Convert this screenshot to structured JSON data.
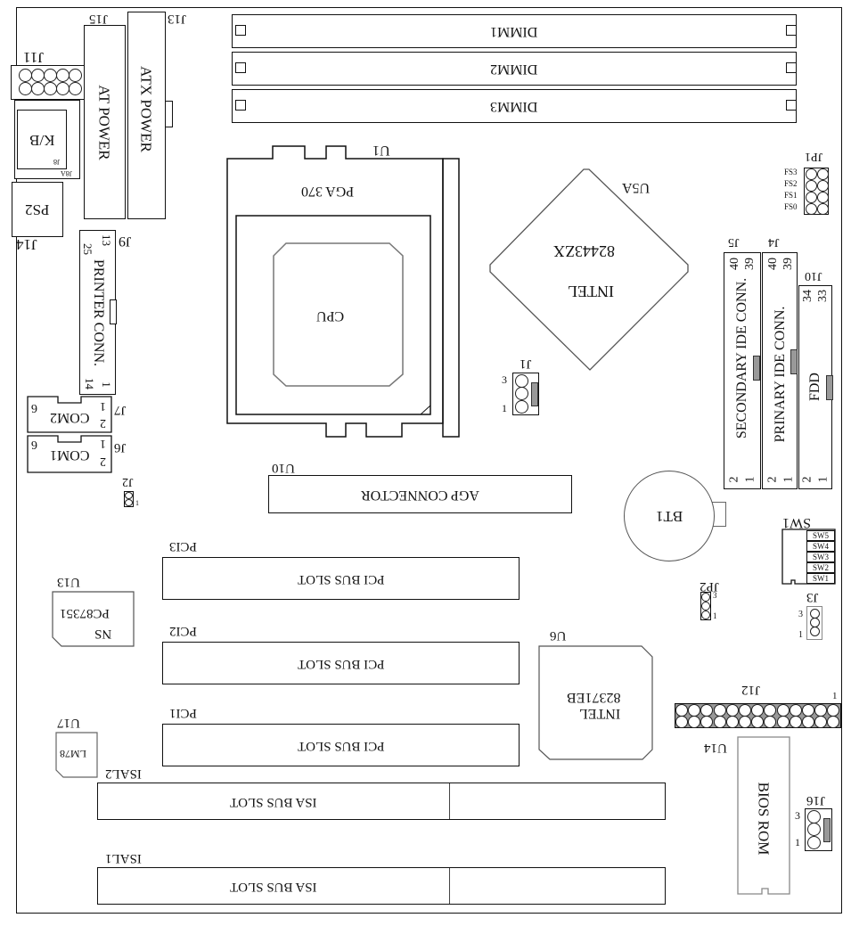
{
  "board": {
    "title": "Motherboard component layout (rendered upside-down)",
    "orientation_rotation_deg": 180
  },
  "power": {
    "j15_label": "J15",
    "at_power_label": "AT POWER",
    "j13_label": "ATX POWER",
    "j13_ref": "J13"
  },
  "io": {
    "j11_label": "J11",
    "kb_label": "K/B",
    "j8_label": "J8",
    "j8a_label": "J8A",
    "ps2_label": "PS2",
    "j14_label": "J14",
    "printer": {
      "ref": "J9",
      "label": "PRINTER CONN.",
      "pins": [
        "13",
        "25",
        "1",
        "14"
      ]
    },
    "com2": {
      "ref": "J7",
      "label": "COM2",
      "pins": [
        "1",
        "2",
        "6"
      ]
    },
    "com1": {
      "ref": "J6",
      "label": "COM1",
      "pins": [
        "1",
        "2",
        "6"
      ]
    },
    "j2": {
      "ref": "J2",
      "pin": "1"
    }
  },
  "memory": {
    "dimms": [
      {
        "label": "DIMM1"
      },
      {
        "label": "DIMM2"
      },
      {
        "label": "DIMM3"
      }
    ]
  },
  "cpu": {
    "ref": "U1",
    "socket": "PGA 370",
    "label": "CPU"
  },
  "northbridge": {
    "ref": "U5A",
    "line1": "INTEL",
    "line2": "82443ZX"
  },
  "jumpers": {
    "jp1": {
      "ref": "JP1",
      "rows": [
        "FS3",
        "FS2",
        "FS1",
        "FS0"
      ]
    },
    "j1": {
      "ref": "J1",
      "pins": [
        "3",
        "1"
      ]
    },
    "jp2": {
      "ref": "JP2",
      "pins": [
        "3",
        "1"
      ]
    },
    "j3": {
      "ref": "J3",
      "pins": [
        "3",
        "1"
      ]
    },
    "j16": {
      "ref": "J16",
      "pins": [
        "3",
        "1"
      ]
    }
  },
  "storage": {
    "secondary_ide": {
      "ref": "J5",
      "label": "SECONDARY IDE CONN.",
      "pins": [
        "40",
        "39",
        "2",
        "1"
      ]
    },
    "primary_ide": {
      "ref": "J4",
      "label": "PRINARY IDE CONN.",
      "pins": [
        "40",
        "39",
        "2",
        "1"
      ]
    },
    "fdd": {
      "ref": "J10",
      "label": "FDD",
      "pins": [
        "34",
        "33",
        "2",
        "1"
      ]
    }
  },
  "agp": {
    "ref": "U10",
    "label": "AGP CONNECTOR"
  },
  "battery": {
    "label": "BT1"
  },
  "sw1": {
    "ref": "SW1",
    "switches": [
      "SW5",
      "SW4",
      "SW3",
      "SW2",
      "SW1"
    ]
  },
  "pci_slots": [
    {
      "ref": "PCI3",
      "label": "PCI BUS SLOT"
    },
    {
      "ref": "PCI2",
      "label": "PCI BUS SLOT"
    },
    {
      "ref": "PCI1",
      "label": "PCI BUS SLOT"
    }
  ],
  "isa_slots": [
    {
      "ref": "ISAL2",
      "label": "ISA BUS SLOT"
    },
    {
      "ref": "ISAL1",
      "label": "ISA BUS SLOT"
    }
  ],
  "chips": {
    "u13": {
      "ref": "U13",
      "line1": "NS",
      "line2": "PC87351"
    },
    "u17": {
      "ref": "U17",
      "line1": "LM78"
    },
    "u6": {
      "ref": "U6",
      "line1": "INTEL",
      "line2": "82371EB"
    },
    "u14": {
      "ref": "U14",
      "label": "BIOS ROM"
    }
  },
  "j12": {
    "ref": "J12",
    "pin": "1"
  }
}
